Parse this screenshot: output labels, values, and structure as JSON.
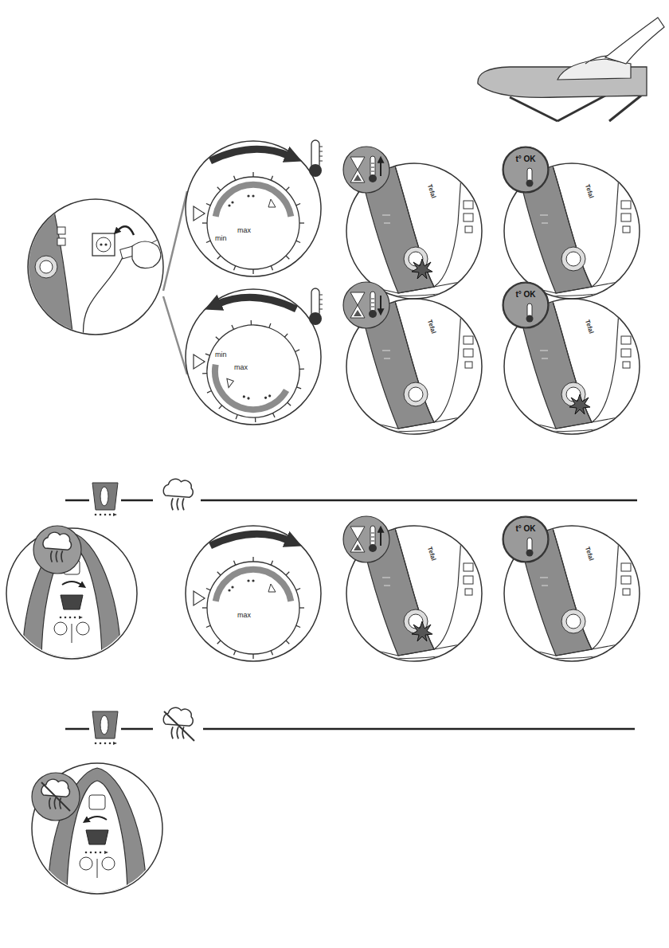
{
  "diagram": {
    "nodes": [
      {
        "text": [
          "max",
          "min"
        ]
      },
      {
        "text": [
          "t° OK"
        ]
      },
      {
        "text": [
          "max",
          "min"
        ]
      },
      {
        "text": [
          "t° OK"
        ]
      },
      {
        "text": [
          "max"
        ]
      },
      {
        "text": [
          "t° OK"
        ]
      }
    ],
    "labels": [
      "Tefal",
      "Tefal",
      "Tefal",
      "Tefal",
      "Tefal",
      "Tefal"
    ]
  }
}
